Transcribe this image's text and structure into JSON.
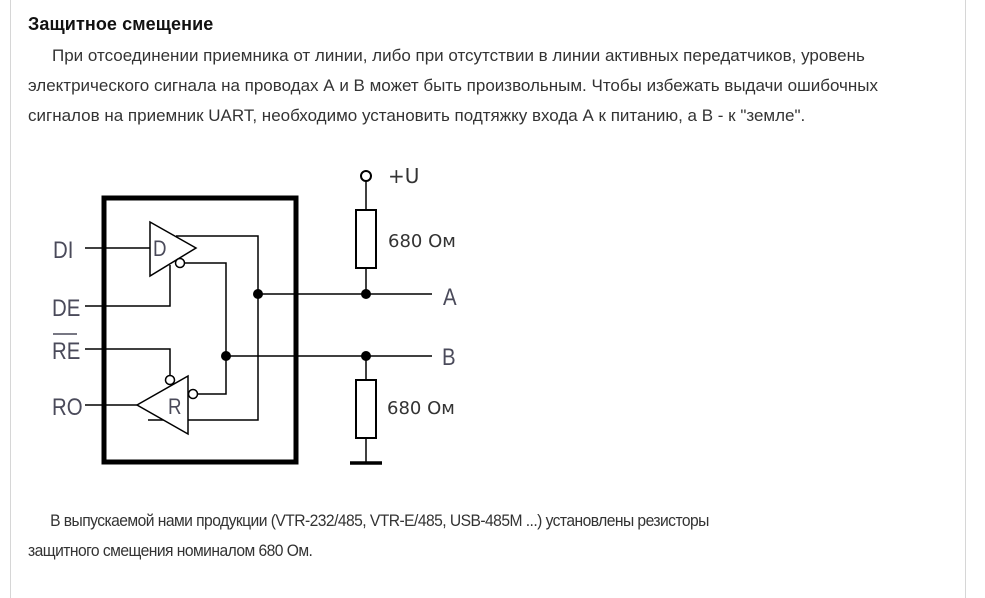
{
  "article": {
    "heading": "Защитное смещение",
    "paragraph1": {
      "line1": "При отсоединении приемника от линии, либо при отсутствии в линии активных передатчиков, уровень",
      "line2": "электрического сигнала на проводах А и В может быть произвольным. Чтобы избежать выдачи ошибочных",
      "line3": "сигналов на приемник UART, необходимо установить подтяжку входа А к питанию, а В - к \"земле\"."
    },
    "paragraph2": {
      "line1": "В выпускаемой нами продукции (VTR-232/485, VTR-E/485, USB-485M ...) установлены резисторы",
      "line2": "защитного смещения номиналом 680 Ом."
    }
  },
  "diagram": {
    "pins": {
      "di": "DI",
      "de": "DE",
      "re": "RE",
      "ro": "RO"
    },
    "driver_label": "D",
    "receiver_label": "R",
    "supply_label": "+U",
    "resistor_top_label": "680 Ом",
    "resistor_bottom_label": "680 Ом",
    "line_a_label": "A",
    "line_b_label": "B"
  }
}
